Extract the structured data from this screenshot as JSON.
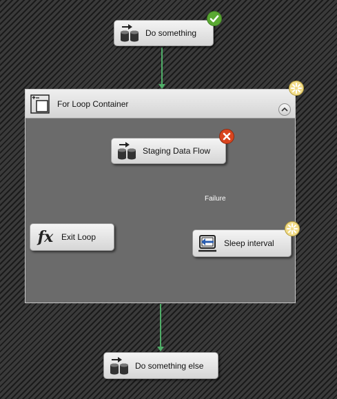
{
  "nodes": {
    "do_something": {
      "label": "Do something"
    },
    "container": {
      "label": "For Loop Container"
    },
    "staging": {
      "label": "Staging Data Flow"
    },
    "exit_loop": {
      "label": "Exit Loop",
      "icon_text": "fx"
    },
    "sleep": {
      "label": "Sleep interval"
    },
    "do_something_else": {
      "label": "Do something else"
    }
  },
  "edges": {
    "failure_label": "Failure"
  },
  "colors": {
    "success": "#4fae68",
    "failure": "#c7501e",
    "status_ok": "#5aa933",
    "status_error": "#d9451f",
    "status_pending": "#f1dc8a"
  }
}
